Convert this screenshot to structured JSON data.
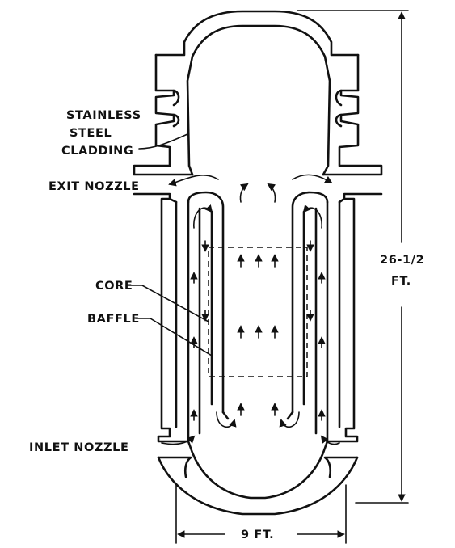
{
  "labels": {
    "cladding_line1": "STAINLESS",
    "cladding_line2": "STEEL",
    "cladding_line3": "CLADDING",
    "exit_nozzle": "EXIT NOZZLE",
    "core": "CORE",
    "baffle": "BAFFLE",
    "inlet_nozzle": "INLET NOZZLE",
    "height_value": "26-1/2",
    "height_unit": "FT.",
    "width": "9 FT."
  },
  "colors": {
    "ink": "#111111",
    "paper": "#ffffff"
  }
}
